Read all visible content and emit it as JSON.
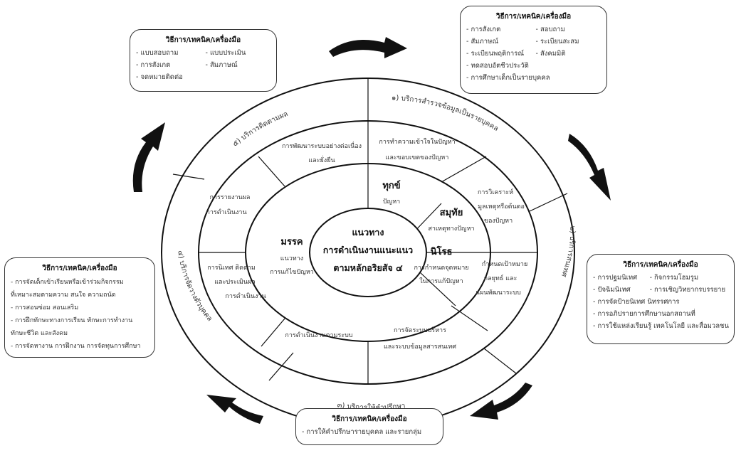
{
  "center": {
    "lines": [
      "แนวทาง",
      "การดำเนินงานแนะแนว",
      "ตามหลักอริยสัจ ๔"
    ]
  },
  "truths": [
    {
      "key": "dukkha",
      "title": "ทุกข์",
      "sub": [
        "ปัญหา"
      ]
    },
    {
      "key": "samudaya",
      "title": "สมุทัย",
      "sub": [
        "สาเหตุทางปัญหา"
      ]
    },
    {
      "key": "nirodha",
      "title": "นิโรธ",
      "sub": [
        "การกำหนดจุดหมาย",
        "ในการแก้ปัญหา"
      ]
    },
    {
      "key": "magga",
      "title": "มรรค",
      "sub": [
        "แนวทาง",
        "การแก้ไขปัญหา"
      ]
    }
  ],
  "middle_segments": [
    {
      "lines": [
        "การทำความเข้าใจในปัญหา",
        "และขอบเขตของปัญหา"
      ]
    },
    {
      "lines": [
        "การวิเคราะห์",
        "มูลเหตุหรือต้นตอ",
        "ของปัญหา"
      ]
    },
    {
      "lines": [
        "กำหนดเป้าหมาย",
        "กลยุทธ์ และ",
        "แผนพัฒนาระบบ"
      ]
    },
    {
      "lines": [
        "การจัดระบบบริหาร",
        "และระบบข้อมูลสารสนเทศ"
      ]
    },
    {
      "lines": [
        "การดำเนินงานตามระบบ"
      ]
    },
    {
      "lines": [
        "การนิเทศ ติดตาม",
        "และประเมินผล",
        "การดำเนินงาน"
      ]
    },
    {
      "lines": [
        "การรายงานผล",
        "การดำเนินงาน"
      ]
    },
    {
      "lines": [
        "การพัฒนาระบบอย่างต่อเนื่อง",
        "และยั่งยืน"
      ]
    }
  ],
  "services": [
    {
      "label": "๑) บริการสำรวจข้อมูลเป็นรายบุคคล"
    },
    {
      "label": "๒) บริการสนเทศ"
    },
    {
      "label": "๓) บริการให้คำปรึกษา"
    },
    {
      "label": "๔) บริการจัดวางตัวบุคคล"
    },
    {
      "label": "๕) บริการติดตามผล"
    }
  ],
  "method_boxes": {
    "title": "วิธีการ/เทคนิค/เครื่องมือ",
    "survey": {
      "columns": [
        [
          "- การสังเกต",
          "- สัมภาษณ์",
          "- ระเบียนพฤติการณ์"
        ],
        [
          "- สอบถาม",
          "- ระเบียนสะสม",
          "- สังคมมิติ"
        ]
      ],
      "full": [
        "- ทดสอบอัตชีวประวัติ",
        "- การศึกษาเด็กเป็นรายบุคคล"
      ]
    },
    "information": {
      "columns": [
        [
          "- การปฐมนิเทศ",
          "- ปัจฉิมนิเทศ"
        ],
        [
          "- กิจกรรมโฮมรูม",
          "- การเชิญวิทยากรบรรยาย"
        ]
      ],
      "full": [
        "- การจัดป้ายนิเทศ นิทรรศการ",
        "- การอภิปรายการศึกษานอกสถานที่",
        "- การใช้แหล่งเรียนรู้ เทคโนโลยี และสื่อมวลชน"
      ]
    },
    "counseling": {
      "full": [
        "- การให้คำปรึกษารายบุคคล และรายกลุ่ม"
      ]
    },
    "placement": {
      "full": [
        "- การจัดเด็กเข้าเรียนหรือเข้าร่วมกิจกรรม",
        "ที่เหมาะสมตามความ สนใจ ความถนัด",
        "- การสอนซ่อม สอนเสริม",
        "- การฝึกทักษะทางการเรียน ทักษะการทำงาน",
        "ทักษะชีวิต และสังคม",
        "- การจัดหางาน การฝึกงาน การจัดทุนการศึกษา"
      ]
    },
    "followup": {
      "columns": [
        [
          "- แบบสอบถาม",
          "- การสังเกต"
        ],
        [
          "- แบบประเมิน",
          "- สัมภาษณ์"
        ]
      ],
      "full": [
        "- จดหมายติดต่อ"
      ]
    }
  },
  "arrows": [
    {
      "name": "arrow-top",
      "direction": "clockwise"
    },
    {
      "name": "arrow-right",
      "direction": "clockwise"
    },
    {
      "name": "arrow-bottom-right",
      "direction": "clockwise"
    },
    {
      "name": "arrow-bottom-left",
      "direction": "clockwise"
    },
    {
      "name": "arrow-left",
      "direction": "clockwise"
    }
  ]
}
